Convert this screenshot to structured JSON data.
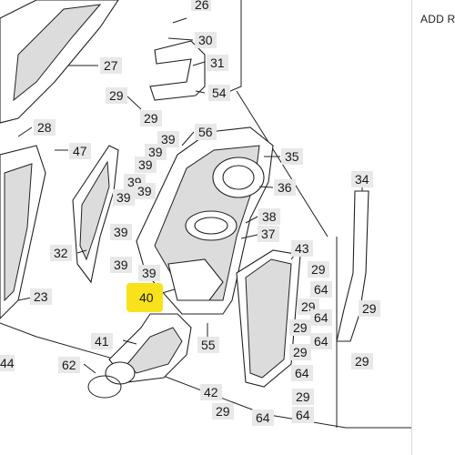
{
  "side_panel": {
    "text": "ADD R"
  },
  "colors": {
    "highlight": "#f7e21b",
    "label_bg": "#e8e8e8",
    "line": "#222222"
  },
  "labels": {
    "l26": "26",
    "l30": "30",
    "l31": "31",
    "l27": "27",
    "l54": "54",
    "l29a": "29",
    "l29b": "29",
    "l28": "28",
    "l56": "56",
    "l39a": "39",
    "l47": "47",
    "l39b": "39",
    "l35": "35",
    "l39c": "39",
    "l39d": "39",
    "l36": "36",
    "l39e": "39",
    "l39f": "39",
    "l34": "34",
    "l38": "38",
    "l39g": "39",
    "l37": "37",
    "l32": "32",
    "l43": "43",
    "l39h": "39",
    "l29c": "29",
    "l39i": "39",
    "l64a": "64",
    "l23": "23",
    "l40": "40",
    "l29d": "29",
    "l29e": "29",
    "l64b": "64",
    "l29f": "29",
    "l41": "41",
    "l55": "55",
    "l64c": "64",
    "l29g": "29",
    "l44": "44",
    "l62": "62",
    "l29h": "29",
    "l64d": "64",
    "l42": "42",
    "l29i": "29",
    "l29j": "29",
    "l64e": "64",
    "l64f": "64"
  }
}
